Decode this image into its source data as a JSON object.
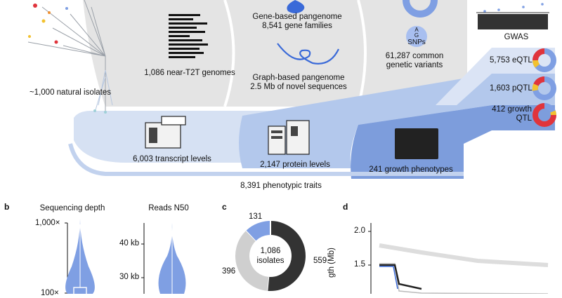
{
  "colors": {
    "gray_band": "#e4e4e4",
    "gray_dark": "#d0d0d0",
    "blue_light": "#d6e1f3",
    "blue_mid": "#b3c8ec",
    "blue_dark": "#7d9ddc",
    "blue_accent": "#7f9fe3",
    "red": "#e0343c",
    "yellow": "#f2c230",
    "donut_dark": "#333333",
    "donut_gray": "#cfcfcf"
  },
  "panel_a": {
    "natural_isolates": "~1,000 natural isolates",
    "genomes": "1,086 near-T2T genomes",
    "gene_pangenome": "Gene-based pangenome",
    "gene_families": "8,541 gene families",
    "graph_pangenome": "Graph-based pangenome",
    "novel_sequences": "2.5 Mb of novel sequences",
    "snps_icon_label": "SNPs",
    "snp_letters": [
      "A",
      "G"
    ],
    "common_variants_line1": "61,287 common",
    "common_variants_line2": "genetic variants",
    "gwas": "GWAS",
    "eqtl": "5,753 eQTL",
    "pqtl": "1,603 pQTL",
    "growth_qtl_line1": "412 growth",
    "growth_qtl_line2": "QTL",
    "transcript_levels": "6,003 transcript levels",
    "protein_levels": "2,147 protein levels",
    "growth_phenotypes": "241 growth phenotypes",
    "phenotypic_traits": "8,391 phenotypic traits"
  },
  "panel_b": {
    "label": "b",
    "title_depth": "Sequencing depth",
    "title_n50": "Reads N50",
    "depth_ticks": [
      "1,000×",
      "100×"
    ],
    "n50_ticks": [
      "40 kb",
      "30 kb"
    ]
  },
  "panel_c": {
    "label": "c",
    "center_line1": "1,086",
    "center_line2": "isolates",
    "chart_data": {
      "type": "pie",
      "values": [
        559,
        396,
        131
      ],
      "labels": [
        "559",
        "396",
        "131"
      ]
    }
  },
  "panel_d": {
    "label": "d",
    "ylabel_fragment": "gth (Mb)",
    "ticks": [
      "2.0",
      "1.5"
    ]
  }
}
